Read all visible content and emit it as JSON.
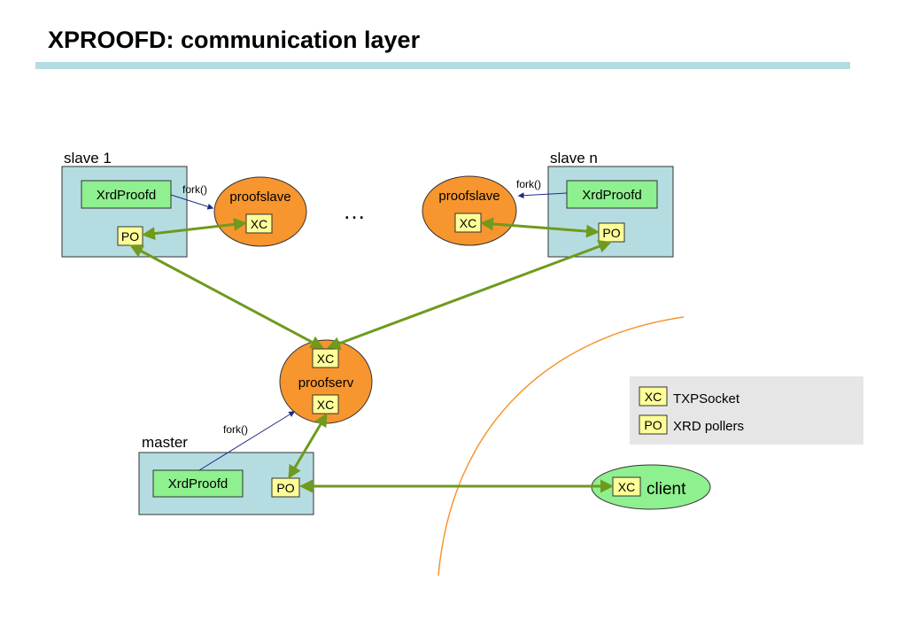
{
  "title": "XPROOFD: communication layer",
  "nodes": {
    "slave1": {
      "label": "slave 1",
      "daemon": "XrdProofd",
      "process": "proofslave",
      "socket": "XC",
      "poller": "PO",
      "fork": "fork()"
    },
    "ellipsis": "…",
    "slaven": {
      "label": "slave n",
      "daemon": "XrdProofd",
      "process": "proofslave",
      "socket": "XC",
      "poller": "PO",
      "fork": "fork()"
    },
    "proofserv": {
      "label": "proofserv",
      "socket_top": "XC",
      "socket_bottom": "XC"
    },
    "master": {
      "label": "master",
      "daemon": "XrdProofd",
      "poller": "PO",
      "fork": "fork()"
    },
    "client": {
      "label": "client",
      "socket": "XC"
    }
  },
  "legend": {
    "items": [
      {
        "key": "XC",
        "text": "TXPSocket"
      },
      {
        "key": "PO",
        "text": "XRD pollers"
      }
    ]
  },
  "colors": {
    "box_fill": "#b5dde1",
    "daemon_fill": "#8ef08e",
    "process_fill": "#f7952e",
    "client_fill": "#8ef08e",
    "tag_fill": "#ffff99",
    "connector": "#6f9a1e",
    "fork_arrow": "#1f2b8a",
    "boundary_arc": "#f7952e",
    "legend_fill": "#e6e6e6",
    "title_rule": "#b5dde1"
  }
}
